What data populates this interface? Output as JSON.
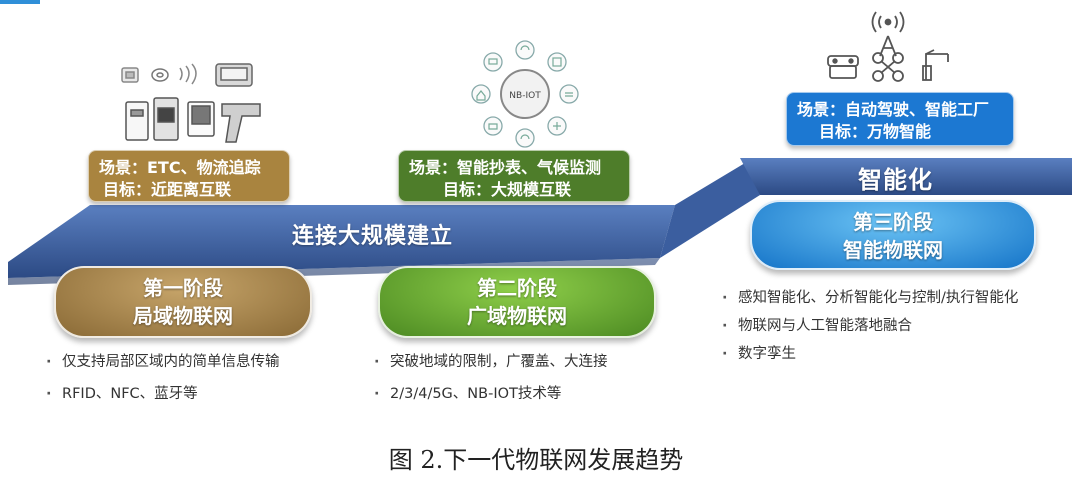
{
  "ribbon": {
    "label": "连接大规模建立",
    "color_dark": "#2e4d86",
    "color_mid": "#3e63a5"
  },
  "stage3_header": {
    "label": "智能化"
  },
  "scenes": [
    {
      "scene": "场景：ETC、物流追踪",
      "goal": "目标：近距离互联",
      "color": "#a9843f"
    },
    {
      "scene": "场景：智能抄表、气候监测",
      "goal": "目标：大规模互联",
      "color": "#4e7d2a"
    },
    {
      "scene": "场景：自动驾驶、智能工厂",
      "goal": "目标：万物智能",
      "color": "#1c78d2"
    }
  ],
  "stages": [
    {
      "title": "第一阶段",
      "subtitle": "局域物联网",
      "color": "#9a7a44"
    },
    {
      "title": "第二阶段",
      "subtitle": "广域物联网",
      "color": "#5a9a2c"
    },
    {
      "title": "第三阶段",
      "subtitle": "智能物联网",
      "color": "#1e86d8"
    }
  ],
  "bullets": [
    [
      "仅支持局部区域内的简单信息传输",
      "RFID、NFC、蓝牙等"
    ],
    [
      "突破地域的限制，广覆盖、大连接",
      "2/3/4/5G、NB-IOT技术等"
    ],
    [
      "感知智能化、分析智能化与控制/执行智能化",
      "物联网与人工智能落地融合",
      "数字孪生"
    ]
  ],
  "icons": {
    "nbiot_label": "NB-IOT",
    "stage1": [
      "card-reader-icon",
      "rfid-tag-icon",
      "nfc-icon",
      "pos-terminal-icon",
      "barcode-scanner-icon"
    ],
    "stage2": [
      "nb-iot-hub-icon",
      "meter-icon",
      "weather-icon",
      "plant-icon",
      "fan-icon",
      "home-icon",
      "car-icon"
    ],
    "stage3": [
      "antenna-icon",
      "robot-icon",
      "drone-icon",
      "crane-icon"
    ]
  },
  "caption": "图 2.下一代物联网发展趋势"
}
